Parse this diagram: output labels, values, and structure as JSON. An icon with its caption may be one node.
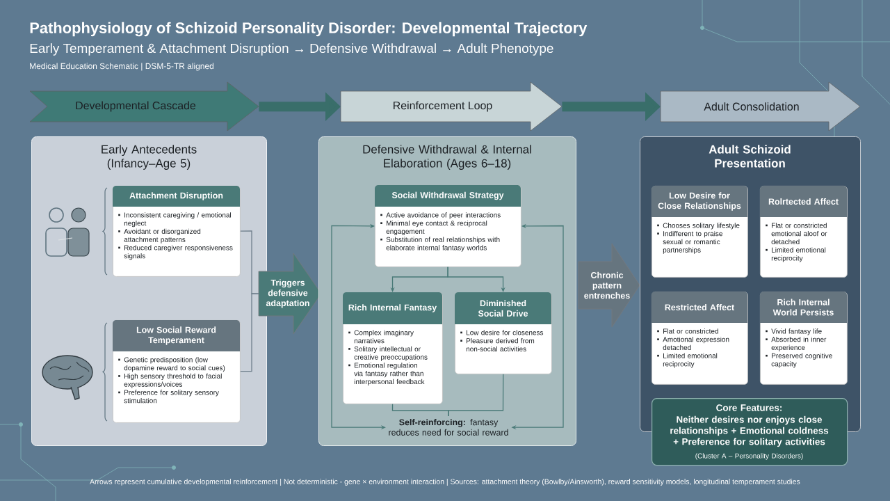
{
  "diagram": {
    "title": "Pathophysiology of Schizoid Personality Disorder: Developmental Trajectory",
    "caption": "Arrows represent cumulative developmental reinforcement | Not deterministic - gene × environment interaction | Sources: attachment theory (Bowlby/Ainsworth), reward sensitivity models, longitudinal temperament studies",
    "nodes": [
      {
        "text": [
          "Developmental Cascade"
        ]
      },
      {
        "text": [
          "Reinforcement Loop"
        ]
      },
      {
        "text": [
          "Adult Consolidation"
        ]
      },
      {
        "text": [
          "Early Antecedents (Infancy–Age 5)"
        ]
      },
      {
        "text": [
          "Attachment Disruption",
          "Inconsistent caregiving / emotional neglect",
          "Avoidant or disorganized attachment patterns",
          "Reduced caregiver responsiveness signals"
        ],
        "in": 3
      },
      {
        "text": [
          "Low Social Reward Temperament",
          "Genetic predisposition (low dopamine reward to social cues)",
          "High sensory threshold to facial expressions/voices",
          "Preference for solitary sensory stimulation"
        ],
        "in": 3
      },
      {
        "text": [
          "Triggers defensive adaptation"
        ]
      },
      {
        "text": [
          "Defensive Withdrawal & Internal Elaboration (Ages 6–18)"
        ]
      },
      {
        "text": [
          "Social Withdrawal Strategy",
          "Active avoidance of peer interactions",
          "Minimal eye contact & reciprocal engagement",
          "Substitution of real relationships with elaborate internal fantasy worlds"
        ],
        "in": 7
      },
      {
        "text": [
          "Rich Internal Fantasy",
          "Complex imaginary narratives",
          "Solitary intellectual or creative preoccupations",
          "Emotional regulation via fantasy rather than interpersonal feedback"
        ],
        "in": 7
      },
      {
        "text": [
          "Diminished Social Drive",
          "Low desire for closeness",
          "Pleasure derived from non-social activities"
        ],
        "in": 7
      },
      {
        "text": [
          "**Self-reinforcing:** fantasy reduces need for social reward"
        ],
        "in": 7
      },
      {
        "text": [
          "Chronic pattern entrenches"
        ]
      },
      {
        "text": [
          "Adult Schizoid Presentation"
        ]
      },
      {
        "text": [
          "Low Desire for Close Relationships",
          "Chooses solitary lifestyle",
          "Indifferent to praise sexual or romantic partnerships"
        ],
        "in": 13
      },
      {
        "text": [
          "Rolrtected Affect",
          "Flat or constricted emotional aloof or detached",
          "Limited emotional reciprocity"
        ],
        "in": 13
      },
      {
        "text": [
          "Restricted Affect",
          "Flat or constricted",
          "Amotional expression detached",
          "Limited emotional reciprocity"
        ],
        "in": 13
      },
      {
        "text": [
          "Rich Internal World Persists",
          "Vivid fantasy life",
          "Absorbed in inner experience",
          "Preserved cognitive capacity"
        ],
        "in": 13
      },
      {
        "text": [
          "Core Features:",
          "Neither desires nor enjoys close relationships + Emotional coldness + Preference for solitary activities",
          "(Cluster A – Personality Disorders)"
        ]
      }
    ],
    "edges": [
      {
        "from": 0,
        "to": 1,
        "arrow": "to",
        "style": "thick"
      },
      {
        "from": 1,
        "to": 2,
        "arrow": "to",
        "style": "thick"
      },
      {
        "from": 4,
        "to": 6,
        "arrow": "none",
        "color": "#6f7f8c"
      },
      {
        "from": 5,
        "to": 6,
        "arrow": "none",
        "color": "#6f7f8c"
      },
      {
        "from": 8,
        "to": 9,
        "arrow": "to"
      },
      {
        "from": 8,
        "to": 10,
        "arrow": "to"
      },
      {
        "from": 9,
        "to": 11,
        "arrow": "none"
      },
      {
        "from": 10,
        "to": 11,
        "arrow": "none"
      },
      {
        "from": 11,
        "to": 8,
        "arrow": "both"
      },
      {
        "from": 11,
        "to": 8,
        "arrow": "both"
      }
    ],
    "labels": [
      "Early Temperament & Attachment Disruption → Defensive Withdrawal → Adult Phenotype",
      "Medical Education Schematic | DSM-5-TR aligned"
    ]
  }
}
